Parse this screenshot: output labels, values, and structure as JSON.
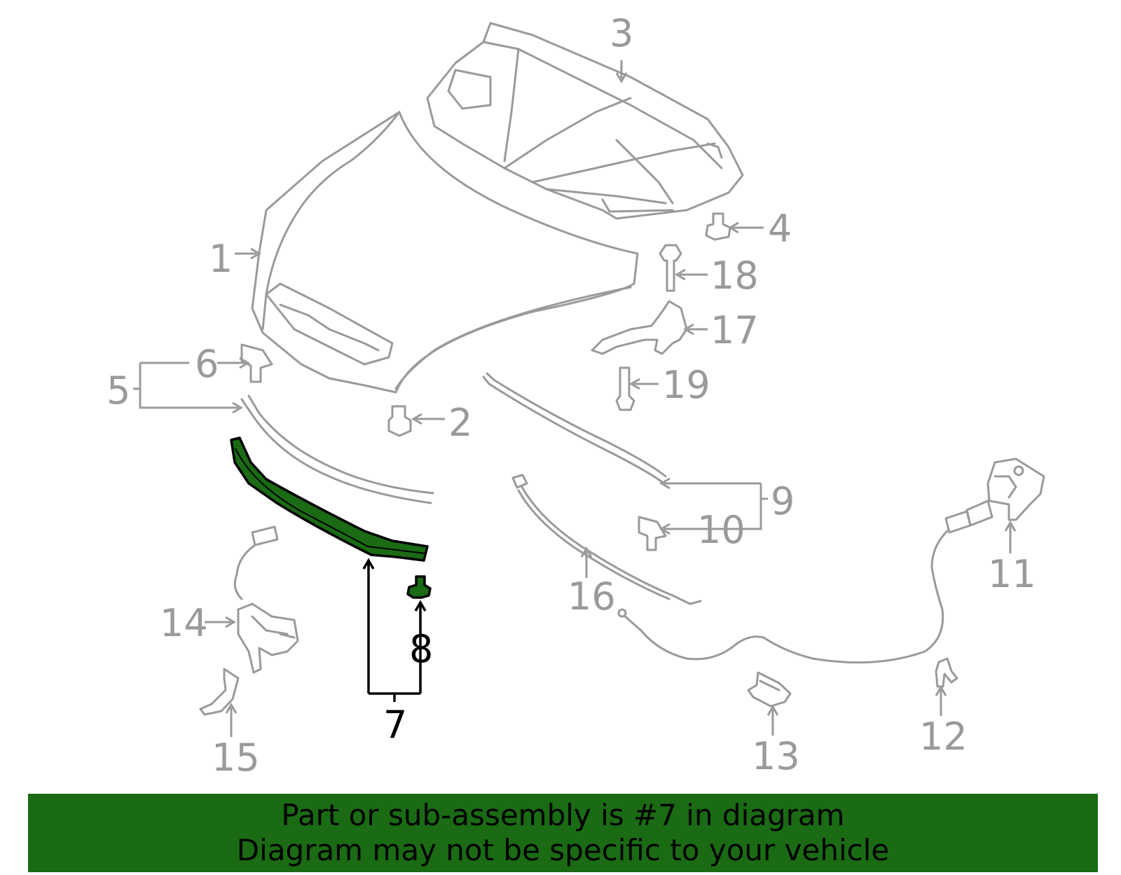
{
  "callouts": [
    {
      "id": "1",
      "label": "1"
    },
    {
      "id": "2",
      "label": "2"
    },
    {
      "id": "3",
      "label": "3"
    },
    {
      "id": "4",
      "label": "4"
    },
    {
      "id": "5",
      "label": "5"
    },
    {
      "id": "6",
      "label": "6"
    },
    {
      "id": "7",
      "label": "7"
    },
    {
      "id": "8",
      "label": "8"
    },
    {
      "id": "9",
      "label": "9"
    },
    {
      "id": "10",
      "label": "10"
    },
    {
      "id": "11",
      "label": "11"
    },
    {
      "id": "12",
      "label": "12"
    },
    {
      "id": "13",
      "label": "13"
    },
    {
      "id": "14",
      "label": "14"
    },
    {
      "id": "15",
      "label": "15"
    },
    {
      "id": "16",
      "label": "16"
    },
    {
      "id": "17",
      "label": "17"
    },
    {
      "id": "18",
      "label": "18"
    },
    {
      "id": "19",
      "label": "19"
    }
  ],
  "highlighted_part": "7",
  "colors": {
    "highlight": "#1a6b14",
    "part_line": "#9a9a9a",
    "highlight_line": "#000000"
  },
  "banner": {
    "line1": "Part or sub-assembly is #7 in diagram",
    "line2": "Diagram may not be specific to your vehicle"
  }
}
